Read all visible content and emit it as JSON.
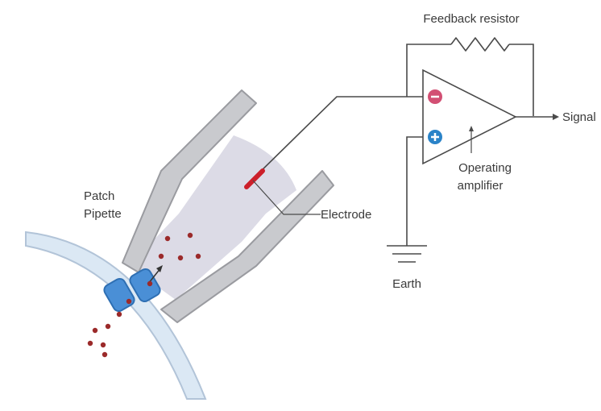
{
  "labels": {
    "feedback_resistor": "Feedback resistor",
    "signal": "Signal",
    "operating": "Operating",
    "amplifier": "amplifier",
    "patch": "Patch",
    "pipette": "Pipette",
    "electrode": "Electrode",
    "earth": "Earth"
  },
  "colors": {
    "pipette_wall": "#c9cace",
    "pipette_edge": "#9a9ba0",
    "solution": "#dcdbe6",
    "membrane": "#dbe8f4",
    "membrane_edge": "#b2c4d8",
    "channel": "#4a8fd6",
    "channel_dark": "#2e6fb3",
    "ion": "#9b2a2a",
    "electrode": "#cc1f2a",
    "minus_sign": "#d24f73",
    "plus_sign": "#2a83c8",
    "wire": "#4a4a4a",
    "amp_fill": "#ffffff"
  },
  "icons": {
    "minus": "minus-circle-icon",
    "plus": "plus-circle-icon",
    "resistor": "zigzag-resistor-icon",
    "ground": "ground-symbol-icon"
  }
}
